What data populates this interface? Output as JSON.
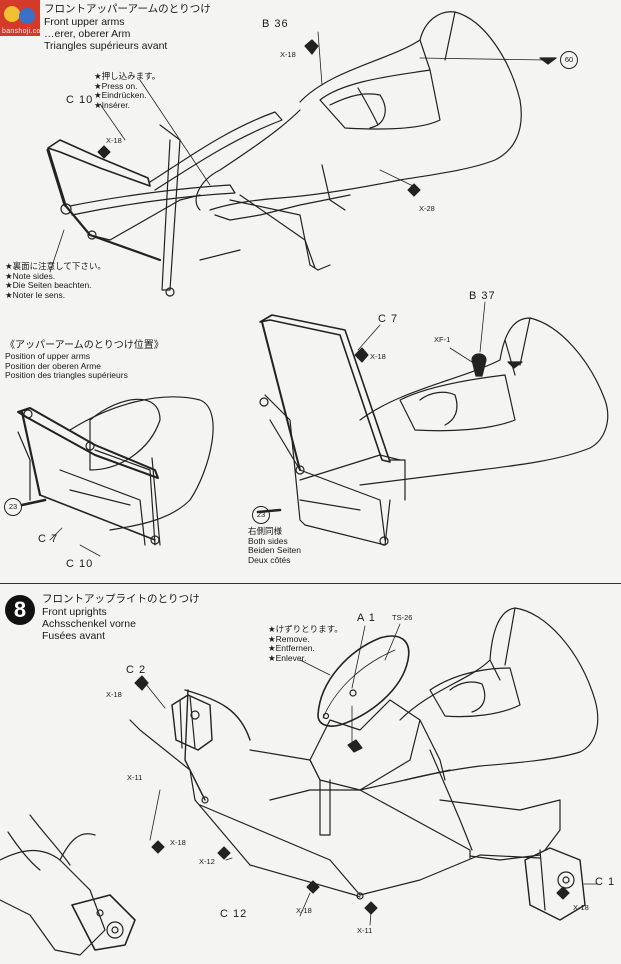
{
  "watermark": {
    "text": "banshoji.com"
  },
  "section_top": {
    "title_jp": "フロントアッパーアームのとりつけ",
    "title_lines": [
      "Front upper arms",
      "…erer, oberer Arm",
      "Triangles supérieurs avant"
    ]
  },
  "note_press": {
    "lines": [
      "★押し込みます。",
      "★Press on.",
      "★Eindrücken.",
      "★Insérer."
    ]
  },
  "note_sides": {
    "lines": [
      "★裏面に注意して下さい。",
      "★Note sides.",
      "★Die Seiten beachten.",
      "★Noter le sens."
    ]
  },
  "section_position": {
    "title_jp": "《アッパーアームのとりつけ位置》",
    "lines": [
      "Position of upper arms",
      "Position der oberen Arme",
      "Position des triangles supérieurs"
    ]
  },
  "note_both": {
    "lines": [
      "右側同様",
      "Both sides",
      "Beiden Seiten",
      "Deux côtés"
    ]
  },
  "step8": {
    "number": "8",
    "title_jp": "フロントアップライトのとりつけ",
    "lines": [
      "Front uprights",
      "Achsschenkel vorne",
      "Fusées avant"
    ]
  },
  "note_remove": {
    "lines": [
      "★けずりとります。",
      "★Remove.",
      "★Entfernen.",
      "★Enlever."
    ]
  },
  "parts": {
    "b36": "B 36",
    "b37": "B 37",
    "c10a": "C 10",
    "c10b": "C 10",
    "c7a": "C 7",
    "c7b": "C 7",
    "c2": "C 2",
    "c12": "C 12",
    "c1": "C 1",
    "a1": "A 1",
    "ts26": "TS-26",
    "xf1": "XF-1"
  },
  "screws": {
    "x18": "X-18",
    "x28": "X-28",
    "x11": "X-11",
    "x12": "X-12"
  },
  "refs": {
    "r60": "60",
    "r23": "23"
  }
}
